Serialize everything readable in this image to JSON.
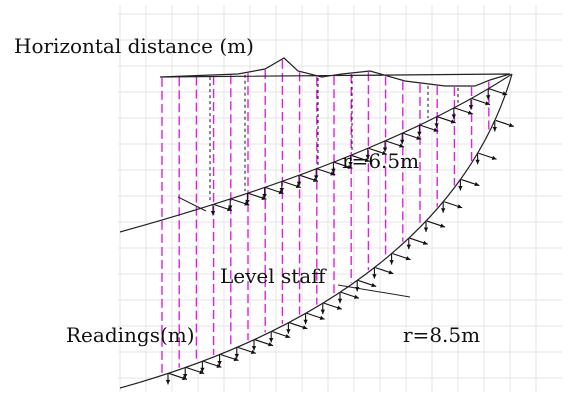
{
  "labels": {
    "horizontal_distance": "Horizontal distance (m)",
    "inner_radius": "r=6.5m",
    "level_staff": "Level staff",
    "readings": "Readings(m)",
    "outer_radius": "r=8.5m"
  },
  "colors": {
    "grid": "#e6e6e6",
    "staff_line": "#e020e0",
    "black_dash": "#111111",
    "ground": "#222222",
    "arc": "#222222",
    "arrow": "#111111"
  }
}
